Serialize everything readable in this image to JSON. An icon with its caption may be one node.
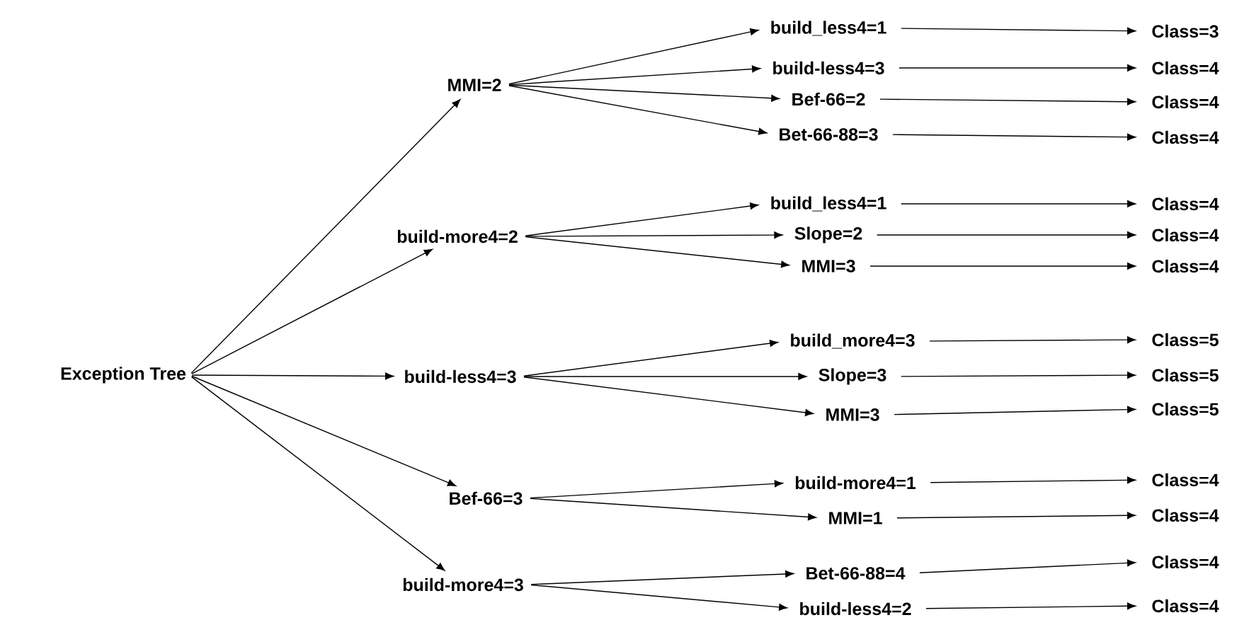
{
  "diagram": {
    "nodes": [
      {
        "text": [
          "Exception Tree"
        ]
      },
      {
        "text": [
          "MMI=2"
        ]
      },
      {
        "text": [
          "build-more4=2"
        ]
      },
      {
        "text": [
          "build-less4=3"
        ]
      },
      {
        "text": [
          "Bef-66=3"
        ]
      },
      {
        "text": [
          "build-more4=3"
        ]
      },
      {
        "text": [
          "build_less4=1"
        ]
      },
      {
        "text": [
          "build-less4=3"
        ]
      },
      {
        "text": [
          "Bef-66=2"
        ]
      },
      {
        "text": [
          "Bet-66-88=3"
        ]
      },
      {
        "text": [
          "build_less4=1"
        ]
      },
      {
        "text": [
          "Slope=2"
        ]
      },
      {
        "text": [
          "MMI=3"
        ]
      },
      {
        "text": [
          "build_more4=3"
        ]
      },
      {
        "text": [
          "Slope=3"
        ]
      },
      {
        "text": [
          "MMI=3"
        ]
      },
      {
        "text": [
          "build-more4=1"
        ]
      },
      {
        "text": [
          "MMI=1"
        ]
      },
      {
        "text": [
          "Bet-66-88=4"
        ]
      },
      {
        "text": [
          "build-less4=2"
        ]
      },
      {
        "text": [
          "Class=3"
        ]
      },
      {
        "text": [
          "Class=4"
        ]
      },
      {
        "text": [
          "Class=4"
        ]
      },
      {
        "text": [
          "Class=4"
        ]
      },
      {
        "text": [
          "Class=4"
        ]
      },
      {
        "text": [
          "Class=4"
        ]
      },
      {
        "text": [
          "Class=4"
        ]
      },
      {
        "text": [
          "Class=5"
        ]
      },
      {
        "text": [
          "Class=5"
        ]
      },
      {
        "text": [
          "Class=5"
        ]
      },
      {
        "text": [
          "Class=4"
        ]
      },
      {
        "text": [
          "Class=4"
        ]
      },
      {
        "text": [
          "Class=4"
        ]
      },
      {
        "text": [
          "Class=4"
        ]
      }
    ],
    "edges": [
      {
        "from": 0,
        "to": 1,
        "arrow": "to"
      },
      {
        "from": 0,
        "to": 2,
        "arrow": "to"
      },
      {
        "from": 0,
        "to": 3,
        "arrow": "to"
      },
      {
        "from": 0,
        "to": 4,
        "arrow": "to"
      },
      {
        "from": 0,
        "to": 5,
        "arrow": "to"
      },
      {
        "from": 1,
        "to": 6,
        "arrow": "to"
      },
      {
        "from": 1,
        "to": 7,
        "arrow": "to"
      },
      {
        "from": 1,
        "to": 8,
        "arrow": "to"
      },
      {
        "from": 1,
        "to": 9,
        "arrow": "to"
      },
      {
        "from": 2,
        "to": 10,
        "arrow": "to"
      },
      {
        "from": 2,
        "to": 11,
        "arrow": "to"
      },
      {
        "from": 2,
        "to": 12,
        "arrow": "to"
      },
      {
        "from": 3,
        "to": 13,
        "arrow": "to"
      },
      {
        "from": 3,
        "to": 14,
        "arrow": "to"
      },
      {
        "from": 3,
        "to": 15,
        "arrow": "to"
      },
      {
        "from": 4,
        "to": 16,
        "arrow": "to"
      },
      {
        "from": 4,
        "to": 17,
        "arrow": "to"
      },
      {
        "from": 5,
        "to": 18,
        "arrow": "to"
      },
      {
        "from": 5,
        "to": 19,
        "arrow": "to"
      },
      {
        "from": 6,
        "to": 20,
        "arrow": "to"
      },
      {
        "from": 7,
        "to": 21,
        "arrow": "to"
      },
      {
        "from": 8,
        "to": 22,
        "arrow": "to"
      },
      {
        "from": 9,
        "to": 23,
        "arrow": "to"
      },
      {
        "from": 10,
        "to": 24,
        "arrow": "to"
      },
      {
        "from": 11,
        "to": 25,
        "arrow": "to"
      },
      {
        "from": 12,
        "to": 26,
        "arrow": "to"
      },
      {
        "from": 13,
        "to": 27,
        "arrow": "to"
      },
      {
        "from": 14,
        "to": 28,
        "arrow": "to"
      },
      {
        "from": 15,
        "to": 29,
        "arrow": "to"
      },
      {
        "from": 16,
        "to": 30,
        "arrow": "to"
      },
      {
        "from": 17,
        "to": 31,
        "arrow": "to"
      },
      {
        "from": 18,
        "to": 32,
        "arrow": "to"
      },
      {
        "from": 19,
        "to": 33,
        "arrow": "to"
      }
    ]
  }
}
